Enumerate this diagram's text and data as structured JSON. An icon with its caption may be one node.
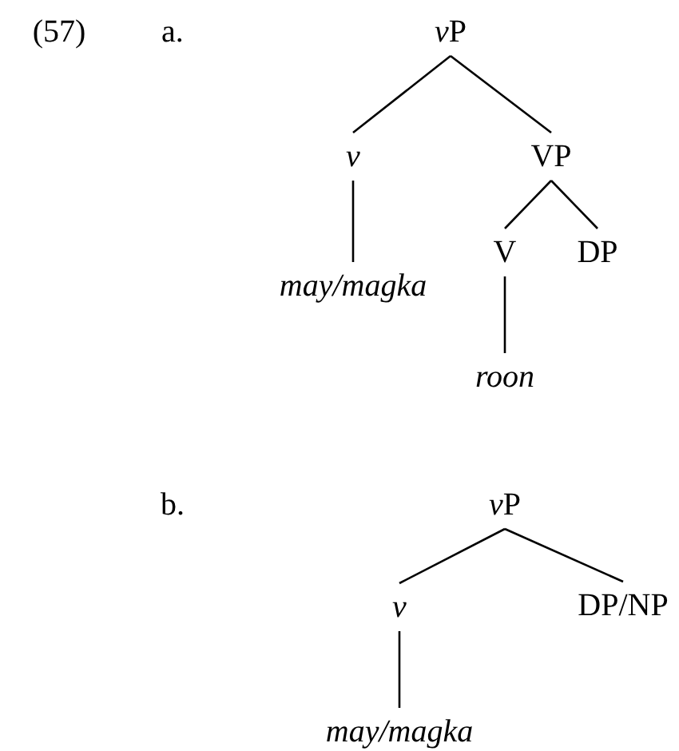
{
  "diagram": {
    "nodes": [
      {
        "text": [
          "vP"
        ]
      },
      {
        "text": [
          "v"
        ]
      },
      {
        "text": [
          "VP"
        ]
      },
      {
        "text": [
          "may/magka"
        ]
      },
      {
        "text": [
          "V"
        ]
      },
      {
        "text": [
          "DP"
        ]
      },
      {
        "text": [
          "roon"
        ]
      },
      {
        "text": [
          "vP"
        ]
      },
      {
        "text": [
          "v"
        ]
      },
      {
        "text": [
          "DP/NP"
        ]
      },
      {
        "text": [
          "may/magka"
        ]
      }
    ],
    "edges": [
      {
        "from": 0,
        "to": 1,
        "arrow": "none"
      },
      {
        "from": 0,
        "to": 2,
        "arrow": "none"
      },
      {
        "from": 1,
        "to": 3,
        "arrow": "none"
      },
      {
        "from": 2,
        "to": 4,
        "arrow": "none"
      },
      {
        "from": 2,
        "to": 5,
        "arrow": "none"
      },
      {
        "from": 4,
        "to": 6,
        "arrow": "none"
      },
      {
        "from": 7,
        "to": 8,
        "arrow": "none"
      },
      {
        "from": 7,
        "to": 9,
        "arrow": "none"
      },
      {
        "from": 8,
        "to": 10,
        "arrow": "none"
      }
    ],
    "labels": [
      "(57)",
      "a.",
      "b."
    ]
  }
}
